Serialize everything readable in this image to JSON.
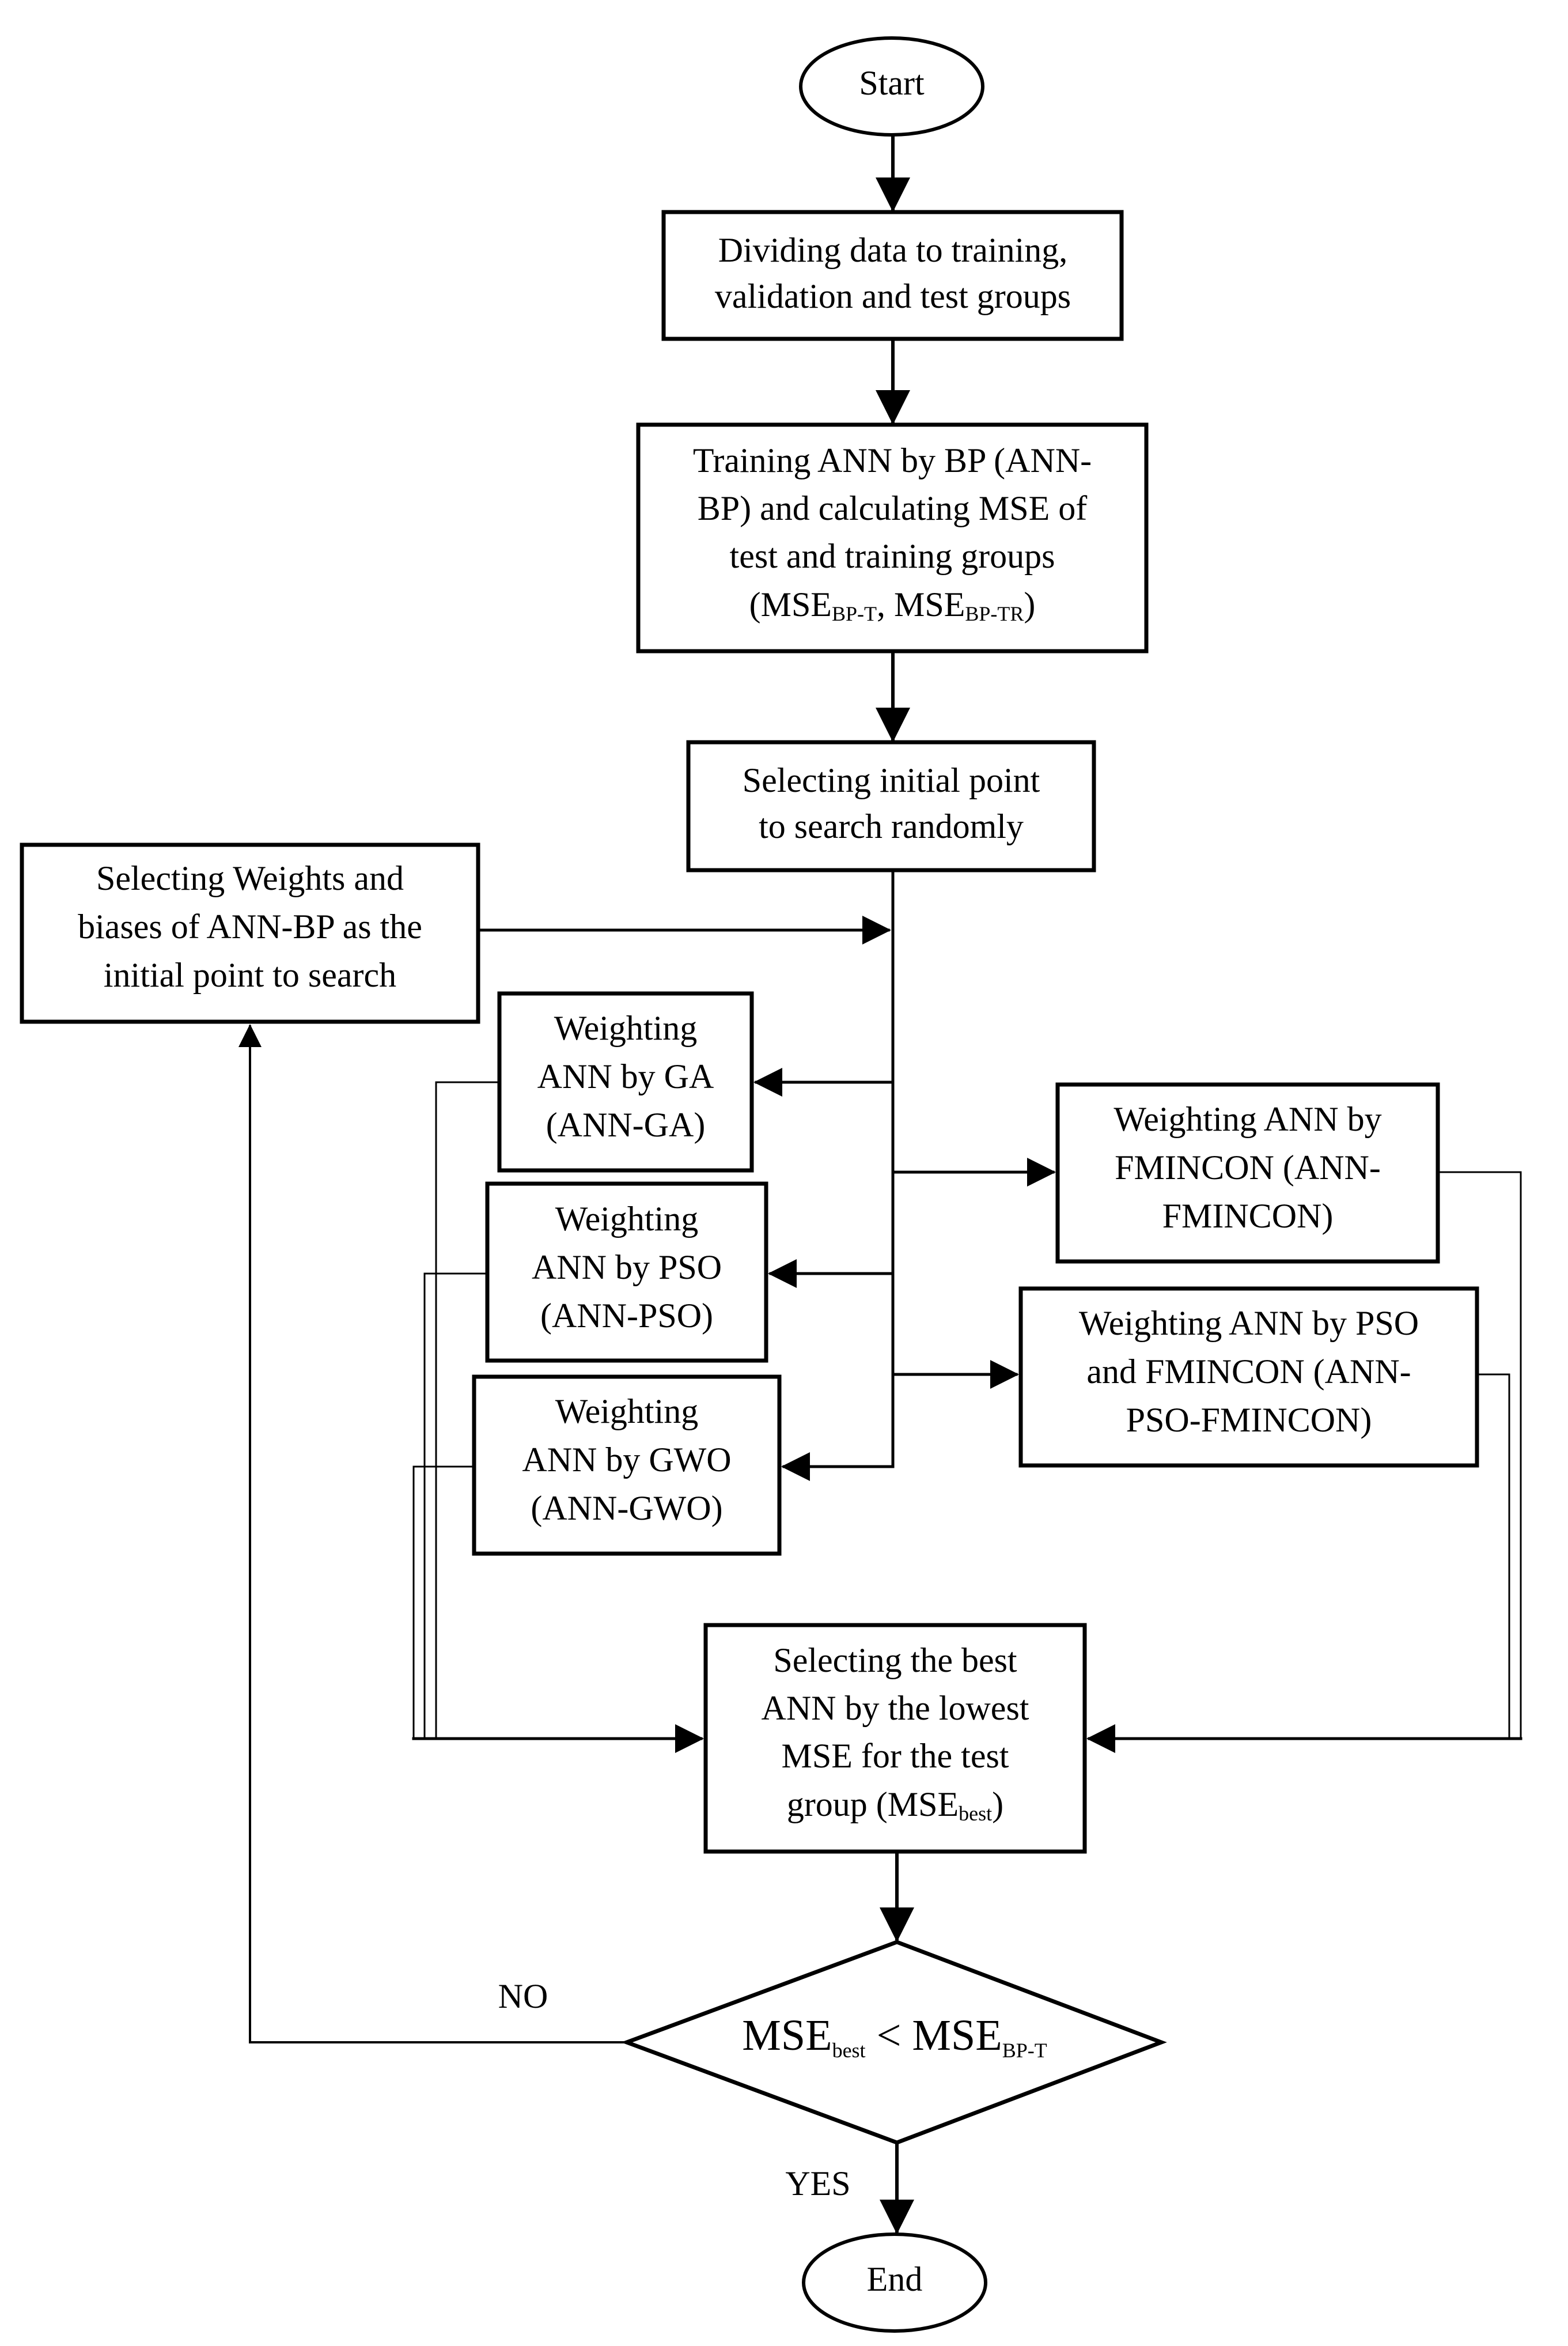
{
  "start": {
    "label": "Start"
  },
  "end": {
    "label": "End"
  },
  "divide_data": {
    "lines": [
      "Dividing data to training,",
      "validation and test groups"
    ]
  },
  "train_bp": {
    "lines": [
      "Training ANN by BP (ANN-",
      "BP) and calculating MSE of",
      "test and training groups"
    ],
    "mse_line": {
      "open": "(MSE",
      "sub1": "BP-T",
      "sep": ", MSE",
      "sub2": "BP-TR",
      "close": ")"
    }
  },
  "select_random": {
    "lines": [
      "Selecting initial point",
      "to search randomly"
    ]
  },
  "select_bp_weights": {
    "lines": [
      "Selecting Weights and",
      "biases of ANN-BP as the",
      "initial point to search"
    ]
  },
  "ann_ga": {
    "lines": [
      "Weighting",
      "ANN by GA",
      "(ANN-GA)"
    ]
  },
  "ann_pso": {
    "lines": [
      "Weighting",
      "ANN by PSO",
      "(ANN-PSO)"
    ]
  },
  "ann_gwo": {
    "lines": [
      "Weighting",
      "ANN by GWO",
      "(ANN-GWO)"
    ]
  },
  "ann_fmincon": {
    "lines": [
      "Weighting ANN by",
      "FMINCON (ANN-",
      "FMINCON)"
    ]
  },
  "ann_pso_fmincon": {
    "lines": [
      "Weighting ANN by PSO",
      "and FMINCON (ANN-",
      "PSO-FMINCON)"
    ]
  },
  "select_best": {
    "lines": [
      "Selecting the best",
      "ANN by the lowest",
      "MSE for the test"
    ],
    "last_line": {
      "open": "group (MSE",
      "sub": "best",
      "close": ")"
    }
  },
  "decision": {
    "left": "MSE",
    "left_sub": "best",
    "op": " < MSE",
    "right_sub": "BP-T"
  },
  "no_label": "NO",
  "yes_label": "YES"
}
